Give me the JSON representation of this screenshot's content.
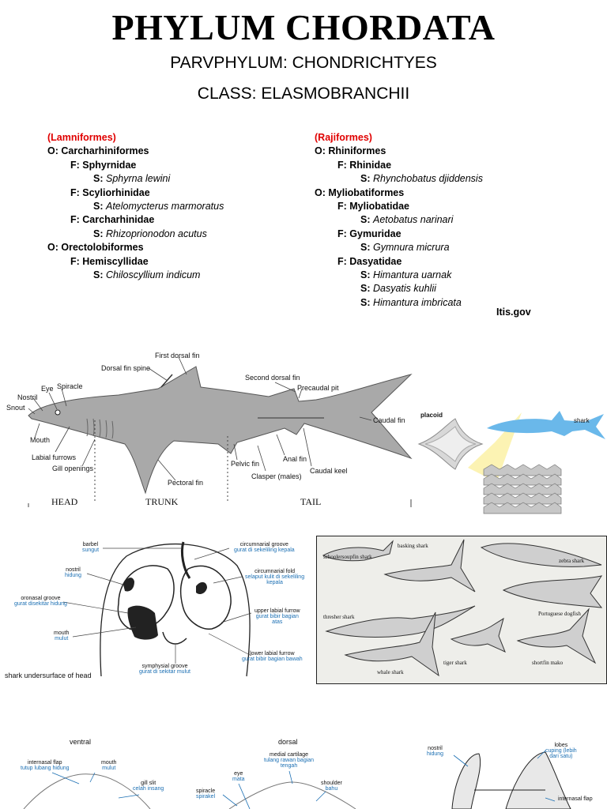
{
  "title": "PHYLUM CHORDATA",
  "parvphylum": "PARVPHYLUM: CHONDRICHTYES",
  "class": "CLASS: ELASMOBRANCHII",
  "left_column": [
    {
      "level": 0,
      "style": "red",
      "text": "(Lamniformes)"
    },
    {
      "level": 0,
      "style": "bold",
      "text": "O: Carcharhiniformes"
    },
    {
      "level": 1,
      "style": "bold",
      "text": "F: Sphyrnidae"
    },
    {
      "level": 2,
      "style": "species",
      "prefix": "S:",
      "text": "Sphyrna lewini"
    },
    {
      "level": 1,
      "style": "bold",
      "text": "F: Scyliorhinidae"
    },
    {
      "level": 2,
      "style": "species",
      "prefix": "S:",
      "text": "Atelomycterus marmoratus"
    },
    {
      "level": 1,
      "style": "bold",
      "text": "F: Carcharhinidae"
    },
    {
      "level": 2,
      "style": "species",
      "prefix": "S:",
      "text": "Rhizoprionodon acutus"
    },
    {
      "level": 0,
      "style": "bold",
      "text": "O: Orectolobiformes"
    },
    {
      "level": 1,
      "style": "bold",
      "text": "F: Hemiscyllidae"
    },
    {
      "level": 2,
      "style": "species",
      "prefix": "S:",
      "text": "Chiloscyllium indicum"
    }
  ],
  "right_column": [
    {
      "level": 0,
      "style": "red",
      "text": "(Rajiformes)"
    },
    {
      "level": 0,
      "style": "bold",
      "text": "O: Rhiniformes"
    },
    {
      "level": 1,
      "style": "bold",
      "text": "F: Rhinidae"
    },
    {
      "level": 2,
      "style": "species",
      "prefix": "S:",
      "text": "Rhynchobatus djiddensis"
    },
    {
      "level": 0,
      "style": "bold",
      "text": "O: Myliobatiformes"
    },
    {
      "level": 1,
      "style": "bold",
      "text": "F: Myliobatidae"
    },
    {
      "level": 2,
      "style": "species",
      "prefix": "S:",
      "text": "Aetobatus narinari"
    },
    {
      "level": 1,
      "style": "bold",
      "text": "F: Gymuridae"
    },
    {
      "level": 2,
      "style": "species",
      "prefix": "S:",
      "text": "Gymnura micrura"
    },
    {
      "level": 1,
      "style": "bold",
      "text": "F: Dasyatidae"
    },
    {
      "level": 2,
      "style": "species",
      "prefix": "S:",
      "text": "Himantura uarnak"
    },
    {
      "level": 2,
      "style": "species",
      "prefix": "S:",
      "text": "Dasyatis kuhlii"
    },
    {
      "level": 2,
      "style": "species",
      "prefix": "S:",
      "text": "Himantura imbricata"
    }
  ],
  "source": "Itis.gov",
  "anatomy": {
    "first_dorsal_fin": "First dorsal fin",
    "dorsal_fin_spine": "Dorsal fin spine",
    "eye": "Eye",
    "spiracle": "Spiracle",
    "nostril": "Nostril",
    "snout": "Snout",
    "mouth": "Mouth",
    "labial_furrows": "Labial furrows",
    "gill_openings": "Gill openings",
    "pectoral_fin": "Pectoral fin",
    "pelvic_fin": "Pelvic fin",
    "clasper": "Clasper (males)",
    "anal_fin": "Anal fin",
    "caudal_keel": "Caudal keel",
    "second_dorsal_fin": "Second dorsal fin",
    "precaudal_pit": "Precaudal pit",
    "caudal_fin": "Caudal fin",
    "head": "HEAD",
    "trunk": "TRUNK",
    "tail": "TAIL"
  },
  "placoid": {
    "placoid_label": "placoid",
    "shark_label": "shark"
  },
  "head_underside": {
    "caption": "shark undersurface of head",
    "barbel": "barbel",
    "barbel_id": "sungut",
    "nostril": "nostril",
    "nostril_id": "hidung",
    "oronasal": "oronasal groove",
    "oronasal_id": "gurat disekitar hidung",
    "mouth": "mouth",
    "mouth_id": "mulut",
    "circ_groove": "circumnarial groove",
    "circ_groove_id": "gurat di sekeliling kepala",
    "circ_fold": "circumnarial fold",
    "circ_fold_id1": "selaput kulit di sekeliling",
    "circ_fold_id2": "kepala",
    "upper_furrow": "upper labial furrow",
    "upper_furrow_id1": "gurat bibir bagian",
    "upper_furrow_id2": "atas",
    "lower_furrow": "lower labial furrow",
    "lower_furrow_id": "gurat bibir bagian bawah",
    "symph": "symphysial groove",
    "symph_id": "gurat di sekitar mulut"
  },
  "shark_types": {
    "schooner": "schoolersoupfin shark",
    "basking": "basking shark",
    "zebra": "zebra shark",
    "portuguese": "Portuguese dogfish",
    "thresher": "thresher shark",
    "tiger": "tiger shark",
    "shortfin": "shortfin mako",
    "whale": "whale shark"
  },
  "bottom": {
    "ventral": "ventral",
    "dorsal": "dorsal",
    "internasal": "internasal flap",
    "internasal_id": "tutup  lubang hidung",
    "mouth": "mouth",
    "mouth_id": "mulut",
    "gill_slit": "gill slit",
    "gill_slit_id": "celah insang",
    "medial": "medial cartilage",
    "medial_id1": "tulang rawan bagian",
    "medial_id2": "tengah",
    "eye": "eye",
    "eye_id": "mata",
    "spiracle": "spiracle",
    "spiracle_id": "spirakel",
    "shoulder": "shoulder",
    "shoulder_id": "bahu",
    "nostril": "nostril",
    "nostril_id": "hidung",
    "lobes": "lobes",
    "lobes_id1": "cuping (lebih",
    "lobes_id2": "dari satu)",
    "internasal2": "internasal flap"
  },
  "colors": {
    "red_heading": "#e00000",
    "shark_gray": "#a9a9a9",
    "blue_label": "#1b6fb3",
    "placoid_blue": "#6ab8ea",
    "highlight_yellow": "#fbf1a6"
  }
}
